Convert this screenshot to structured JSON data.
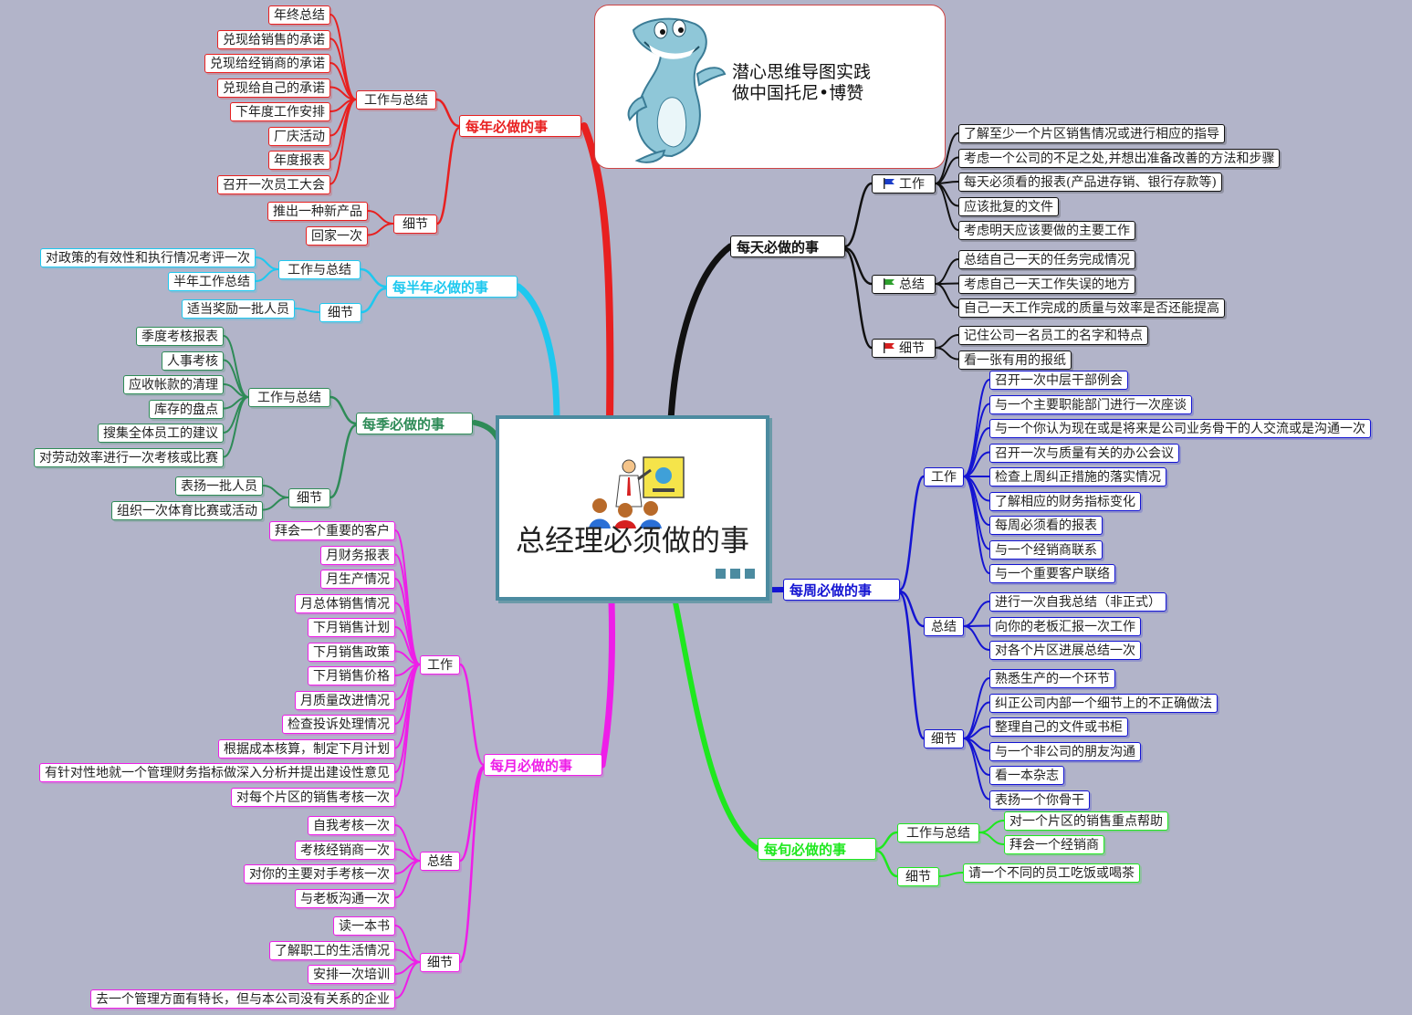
{
  "title": "总经理必须做的事",
  "banner": {
    "line1": "潜心思维导图实践",
    "line2": "做中国托尼•博赞"
  },
  "colors": {
    "yearly": "#e82020",
    "halfyear": "#1ec8ef",
    "quarter": "#2e8b57",
    "monthly": "#ee1ee8",
    "daily": "#111111",
    "weekly": "#1414d2",
    "tenday": "#1ee81e",
    "center_border": "#4c8ba0",
    "background": "#b2b4c9"
  },
  "icons": {
    "dolphin": "dolphin-mascot",
    "presenter": "presenter-clipart",
    "flag_work": "blue-flag-icon",
    "flag_summary": "green-flag-icon",
    "flag_detail": "red-flag-icon"
  },
  "branches": {
    "yearly": {
      "label": "每年必做的事",
      "work": {
        "label": "工作与总结",
        "items": [
          "年终总结",
          "兑现给销售的承诺",
          "兑现给经销商的承诺",
          "兑现给自己的承诺",
          "下年度工作安排",
          "厂庆活动",
          "年度报表",
          "召开一次员工大会"
        ]
      },
      "detail": {
        "label": "细节",
        "items": [
          "推出一种新产品",
          "回家一次"
        ]
      }
    },
    "halfyear": {
      "label": "每半年必做的事",
      "work": {
        "label": "工作与总结",
        "items": [
          "对政策的有效性和执行情况考评一次",
          "半年工作总结"
        ]
      },
      "detail": {
        "label": "细节",
        "items": [
          "适当奖励一批人员"
        ]
      }
    },
    "quarter": {
      "label": "每季必做的事",
      "work": {
        "label": "工作与总结",
        "items": [
          "季度考核报表",
          "人事考核",
          "应收帐款的清理",
          "库存的盘点",
          "搜集全体员工的建议",
          "对劳动效率进行一次考核或比赛"
        ]
      },
      "detail": {
        "label": "细节",
        "items": [
          "表扬一批人员",
          "组织一次体育比赛或活动"
        ]
      }
    },
    "monthly": {
      "label": "每月必做的事",
      "work": {
        "label": "工作",
        "items": [
          "拜会一个重要的客户",
          "月财务报表",
          "月生产情况",
          "月总体销售情况",
          "下月销售计划",
          "下月销售政策",
          "下月销售价格",
          "月质量改进情况",
          "检查投诉处理情况",
          "根据成本核算，制定下月计划",
          "有针对性地就一个管理财务指标做深入分析并提出建设性意见",
          "对每个片区的销售考核一次"
        ]
      },
      "summary": {
        "label": "总结",
        "items": [
          "自我考核一次",
          "考核经销商一次",
          "对你的主要对手考核一次",
          "与老板沟通一次"
        ]
      },
      "detail": {
        "label": "细节",
        "items": [
          "读一本书",
          "了解职工的生活情况",
          "安排一次培训",
          "去一个管理方面有特长，但与本公司没有关系的企业"
        ]
      }
    },
    "daily": {
      "label": "每天必做的事",
      "work": {
        "label": "工作",
        "items": [
          "了解至少一个片区销售情况或进行相应的指导",
          "考虑一个公司的不足之处,并想出准备改善的方法和步骤",
          "每天必须看的报表(产品进存销、银行存款等)",
          "应该批复的文件",
          "考虑明天应该要做的主要工作"
        ]
      },
      "summary": {
        "label": "总结",
        "items": [
          "总结自己一天的任务完成情况",
          "考虑自己一天工作失误的地方",
          "自己一天工作完成的质量与效率是否还能提高"
        ]
      },
      "detail": {
        "label": "细节",
        "items": [
          "记住公司一名员工的名字和特点",
          "看一张有用的报纸"
        ]
      }
    },
    "weekly": {
      "label": "每周必做的事",
      "work": {
        "label": "工作",
        "items": [
          "召开一次中层干部例会",
          "与一个主要职能部门进行一次座谈",
          "与一个你认为现在或是将来是公司业务骨干的人交流或是沟通一次",
          "召开一次与质量有关的办公会议",
          "检查上周纠正措施的落实情况",
          "了解相应的财务指标变化",
          "每周必须看的报表",
          "与一个经销商联系",
          "与一个重要客户联络"
        ]
      },
      "summary": {
        "label": "总结",
        "items": [
          "进行一次自我总结（非正式）",
          "向你的老板汇报一次工作",
          "对各个片区进展总结一次"
        ]
      },
      "detail": {
        "label": "细节",
        "items": [
          "熟悉生产的一个环节",
          "纠正公司内部一个细节上的不正确做法",
          "整理自己的文件或书柜",
          "与一个非公司的朋友沟通",
          "看一本杂志",
          "表扬一个你骨干"
        ]
      }
    },
    "tenday": {
      "label": "每旬必做的事",
      "work": {
        "label": "工作与总结",
        "items": [
          "对一个片区的销售重点帮助",
          "拜会一个经销商"
        ]
      },
      "detail": {
        "label": "细节",
        "items": [
          "请一个不同的员工吃饭或喝茶"
        ]
      }
    }
  }
}
